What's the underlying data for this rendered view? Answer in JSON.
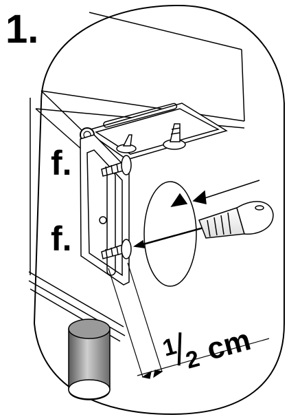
{
  "step": {
    "number": "1."
  },
  "fastener_labels": {
    "upper": "f.",
    "lower": "f."
  },
  "measurement": {
    "numerator": "1",
    "denominator": "2",
    "unit": "cm"
  },
  "colors": {
    "ink": "#000000",
    "paper": "#ffffff",
    "leg_dark": "#6e6e6e",
    "leg_light": "#c8c8c8"
  }
}
